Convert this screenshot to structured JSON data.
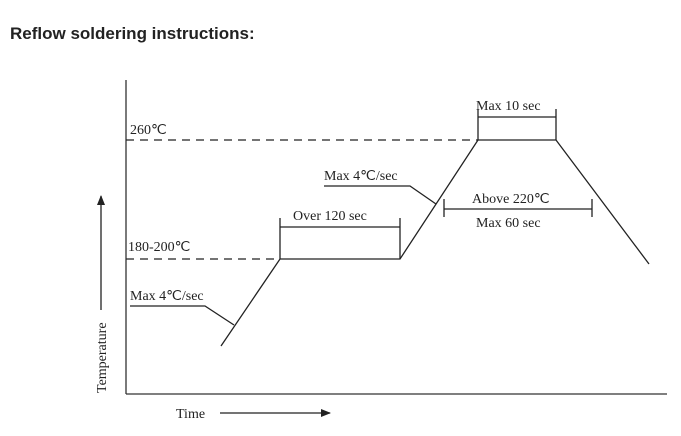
{
  "heading": "Reflow soldering instructions:",
  "axes": {
    "x_label": "Time",
    "y_label": "Temperature"
  },
  "levels": {
    "peak": "260℃",
    "soak": "180-200℃"
  },
  "annotations": {
    "ramp1": "Max   4℃/sec",
    "soak_time": "Over  120 sec",
    "ramp2": "Max   4℃/sec",
    "peak_time": "Max  10  sec",
    "above_220": "Above  220℃",
    "above_220_time": "Max   60  sec"
  }
}
